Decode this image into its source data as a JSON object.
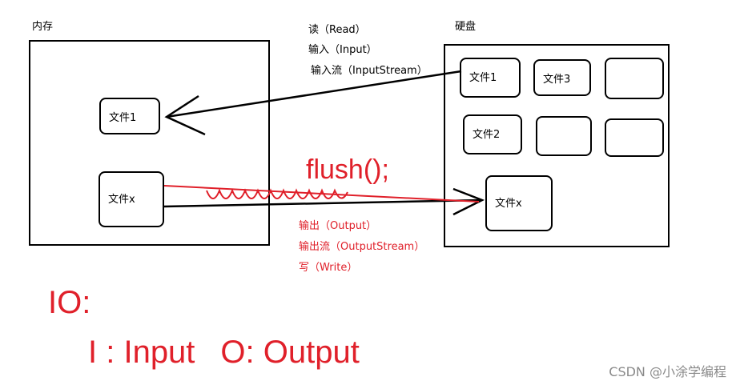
{
  "memory": {
    "title": "内存",
    "file1": "文件1",
    "filex": "文件x"
  },
  "disk": {
    "title": "硬盘",
    "file1": "文件1",
    "file3": "文件3",
    "file2": "文件2",
    "filex": "文件x"
  },
  "read_labels": [
    "读（Read）",
    "输入（Input）",
    "输入流（InputStream）"
  ],
  "write_labels": [
    "输出（Output）",
    "输出流（OutputStream）",
    "写（Write）"
  ],
  "flush": "flush();",
  "io": {
    "title": "IO:",
    "input": "I : Input",
    "output": "O: Output"
  },
  "watermark": "CSDN @小涂学编程",
  "colors": {
    "red": "#e0202a",
    "black": "#000000"
  }
}
